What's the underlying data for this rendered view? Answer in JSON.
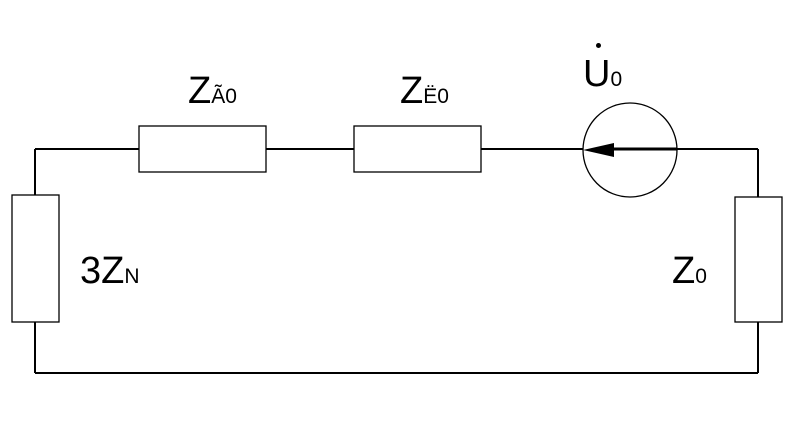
{
  "labels": {
    "z_ga0": {
      "main": "Z",
      "sub": "Ã0"
    },
    "z_ie0": {
      "main": "Z",
      "sub": "Ë0"
    },
    "u0": {
      "main": "U",
      "sub": "0"
    },
    "z_n": {
      "prefix": "3",
      "main": "Z",
      "sub": "N"
    },
    "z0": {
      "main": "Z",
      "sub": "0"
    }
  },
  "colors": {
    "line": "#000000",
    "background": "#ffffff"
  }
}
